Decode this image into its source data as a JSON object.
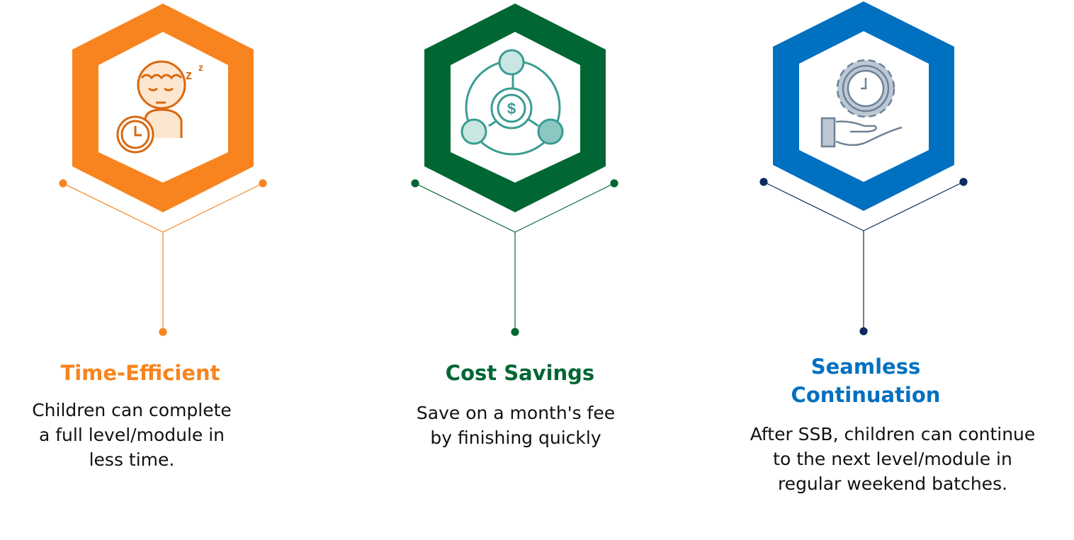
{
  "colors": {
    "orange": "#F7841E",
    "green": "#006633",
    "blue": "#0070C0",
    "navy": "#0D2B5E"
  },
  "items": [
    {
      "title": "Time-Efficient",
      "icon": "sleeping-child-clock-icon",
      "desc": [
        "Children can complete",
        "a full level/module in",
        "less time."
      ]
    },
    {
      "title": "Cost Savings",
      "icon": "dollar-network-icon",
      "desc": [
        "Save on a month's fee",
        "by finishing quickly"
      ]
    },
    {
      "title_lines": [
        "Seamless",
        "Continuation"
      ],
      "icon": "gear-clock-hand-icon",
      "desc": [
        "After SSB, children can continue",
        "to the next level/module in",
        "regular weekend batches."
      ]
    }
  ]
}
